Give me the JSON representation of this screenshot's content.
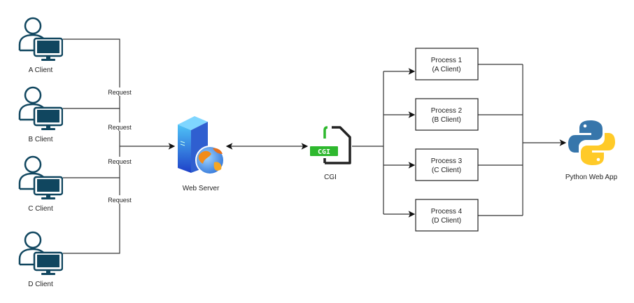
{
  "clients": [
    {
      "label": "A Client"
    },
    {
      "label": "B Client"
    },
    {
      "label": "C Client"
    },
    {
      "label": "D Client"
    }
  ],
  "requests": [
    "Request",
    "Request",
    "Request",
    "Request"
  ],
  "web_server": {
    "label": "Web Server",
    "icon": "web-server-globe-icon"
  },
  "cgi": {
    "label": "CGI",
    "badge": "CGI",
    "icon": "cgi-file-icon"
  },
  "processes": [
    {
      "line1": "Process 1",
      "line2": "(A Client)"
    },
    {
      "line1": "Process 2",
      "line2": "(B Client)"
    },
    {
      "line1": "Process 3",
      "line2": "(C Client)"
    },
    {
      "line1": "Process 4",
      "line2": "(D Client)"
    }
  ],
  "python_app": {
    "label": "Python Web App",
    "icon": "python-logo-icon"
  },
  "colors": {
    "client_icon": "#10465f",
    "cgi_green": "#2eb82e",
    "python_blue": "#3776ab",
    "python_yellow": "#ffca28"
  }
}
